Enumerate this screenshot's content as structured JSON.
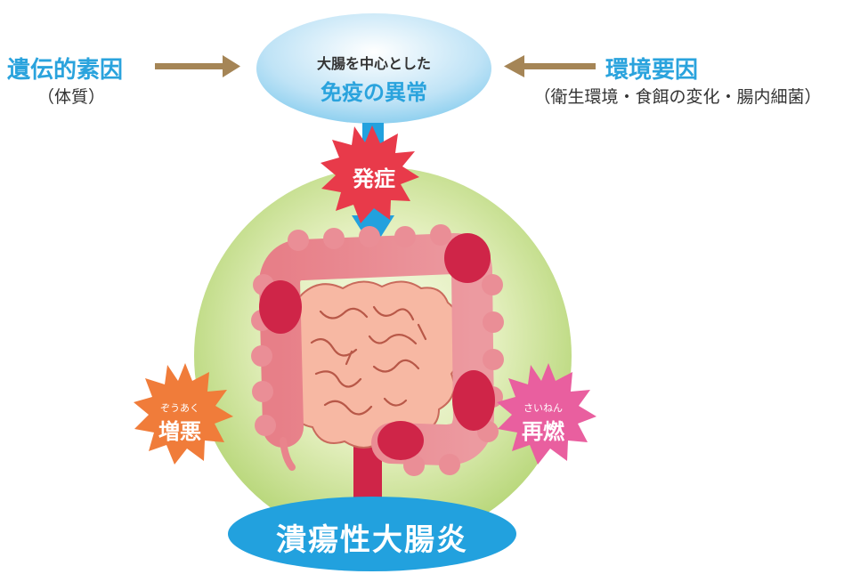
{
  "top_node": {
    "line1": "大腸を中心とした",
    "line2": "免疫の異常"
  },
  "left_factor": {
    "title": "遺伝的素因",
    "detail": "（体質）"
  },
  "right_factor": {
    "title": "環境要因",
    "detail": "（衛生環境・食餌の変化・腸内細菌）"
  },
  "onset_burst": {
    "label": "発症"
  },
  "worsen_burst": {
    "ruby": "ぞうあく",
    "label": "増悪"
  },
  "relapse_burst": {
    "ruby": "さいねん",
    "label": "再燃"
  },
  "disease_label": {
    "label": "潰瘍性大腸炎"
  },
  "colors": {
    "blue_text": "#2aa3dd",
    "ellipse_blue": "#22a1de",
    "brown_arrow": "#a58556",
    "green_circle": "#c5df8b",
    "onset_red": "#e83a4a",
    "worsen_orange": "#f07c3a",
    "relapse_pink": "#e95f9f",
    "colon_pink": "#e9848c",
    "colon_inflamed": "#cf2548",
    "small_intestine": "#f7b8a3"
  }
}
